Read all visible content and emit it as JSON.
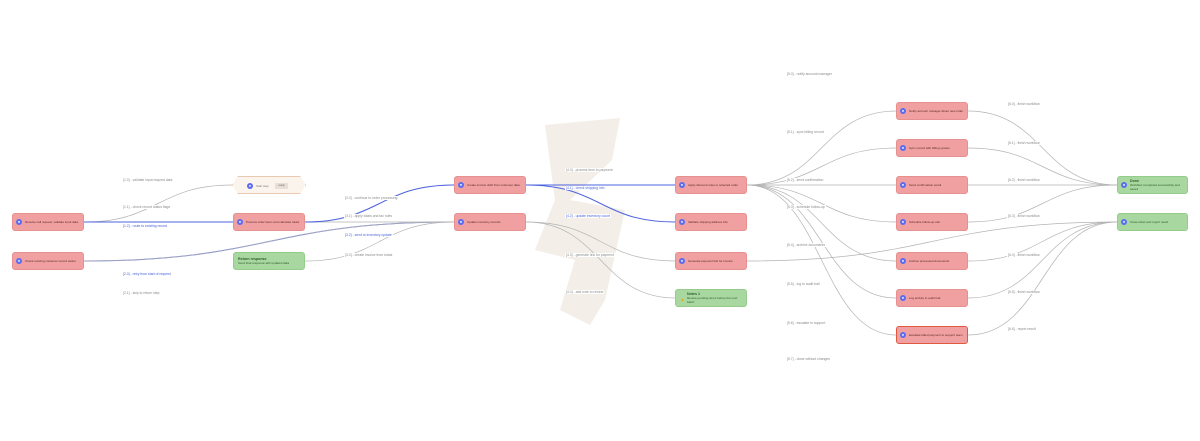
{
  "watermark_color": "#ebe3d9",
  "colors": {
    "node_red": "#f0a0a0",
    "node_green": "#a8d8a0",
    "badge": "#5b6cf0",
    "edge_grey": "#b3b3b3",
    "edge_blue": "#4d63df"
  },
  "start_node": {
    "label": "Start step",
    "chip": "ready"
  },
  "nodes": [
    {
      "id": "n1",
      "text": "Receive call request, validate input data"
    },
    {
      "id": "n2",
      "text": "Check existing customer record status"
    },
    {
      "id": "n3",
      "text": "Process order items and calculate totals"
    },
    {
      "id": "n4",
      "title": "Return response",
      "text": "Send final response with updated data"
    },
    {
      "id": "n5",
      "text": "Create invoice draft from customer data"
    },
    {
      "id": "n6",
      "text": "Update inventory records"
    },
    {
      "id": "n7",
      "text": "Apply discount rules to selected order"
    },
    {
      "id": "n8",
      "text": "Validate shipping address info"
    },
    {
      "id": "n9",
      "text": "Generate payment link for invoice"
    },
    {
      "id": "n10",
      "title": "Notes 1",
      "text": "Review pending items before the next batch"
    },
    {
      "id": "n11",
      "text": "Notify account manager about new order"
    },
    {
      "id": "n12",
      "text": "Sync record with billing system"
    },
    {
      "id": "n13",
      "text": "Send confirmation email"
    },
    {
      "id": "n14",
      "text": "Schedule follow-up call"
    },
    {
      "id": "n15",
      "text": "Archive processed documents"
    },
    {
      "id": "n16",
      "text": "Log activity to audit trail"
    },
    {
      "id": "n17",
      "text": "Escalate failed payment to support team"
    },
    {
      "id": "n18",
      "title": "Done",
      "text": "Workflow completed successfully and saved"
    },
    {
      "id": "n19",
      "text": "Close ticket and report result"
    }
  ],
  "edge_labels": [
    {
      "id": "e1",
      "text": "[1.0] - validate input request data",
      "blue": false
    },
    {
      "id": "e2",
      "text": "[1.1] - check record status flags",
      "blue": false
    },
    {
      "id": "e3",
      "text": "[1.2] - route to existing record",
      "blue": true
    },
    {
      "id": "e4",
      "text": "[2.0] - retry from start of request",
      "blue": true
    },
    {
      "id": "e5",
      "text": "[2.1] - skip to return step",
      "blue": false
    },
    {
      "id": "e6",
      "text": "[3.0] - continue to order processing",
      "blue": false
    },
    {
      "id": "e7",
      "text": "[3.1] - apply totals and tax rules",
      "blue": false
    },
    {
      "id": "e8",
      "text": "[3.2] - send to inventory update",
      "blue": true
    },
    {
      "id": "e9",
      "text": "[3.3] - create invoice from totals",
      "blue": false
    },
    {
      "id": "e10",
      "text": "[4.0] - process item to payment",
      "blue": false
    },
    {
      "id": "e11",
      "text": "[4.1] - check shipping info",
      "blue": true
    },
    {
      "id": "e12",
      "text": "[4.2] - update inventory count",
      "blue": true
    },
    {
      "id": "e13",
      "text": "[4.3] - generate link for payment",
      "blue": false
    },
    {
      "id": "e14",
      "text": "[4.4] - add note to review",
      "blue": false
    },
    {
      "id": "e15",
      "text": "[5.0] - notify account manager",
      "blue": false
    },
    {
      "id": "e16",
      "text": "[5.1] - sync billing record",
      "blue": false
    },
    {
      "id": "e17",
      "text": "[5.2] - send confirmation",
      "blue": false
    },
    {
      "id": "e18",
      "text": "[5.3] - schedule follow-up",
      "blue": false
    },
    {
      "id": "e19",
      "text": "[5.4] - archive documents",
      "blue": false
    },
    {
      "id": "e20",
      "text": "[5.5] - log to audit trail",
      "blue": false
    },
    {
      "id": "e21",
      "text": "[5.6] - escalate to support",
      "blue": false
    },
    {
      "id": "e22",
      "text": "[5.7] - close without changes",
      "blue": false
    },
    {
      "id": "e23",
      "text": "[6.0] - finish workflow",
      "blue": false
    },
    {
      "id": "e24",
      "text": "[6.1] - finish workflow",
      "blue": false
    },
    {
      "id": "e25",
      "text": "[6.2] - finish workflow",
      "blue": false
    },
    {
      "id": "e26",
      "text": "[6.3] - finish workflow",
      "blue": false
    },
    {
      "id": "e27",
      "text": "[6.4] - finish workflow",
      "blue": false
    },
    {
      "id": "e28",
      "text": "[6.5] - finish workflow",
      "blue": false
    },
    {
      "id": "e29",
      "text": "[6.6] - report result",
      "blue": false
    }
  ]
}
